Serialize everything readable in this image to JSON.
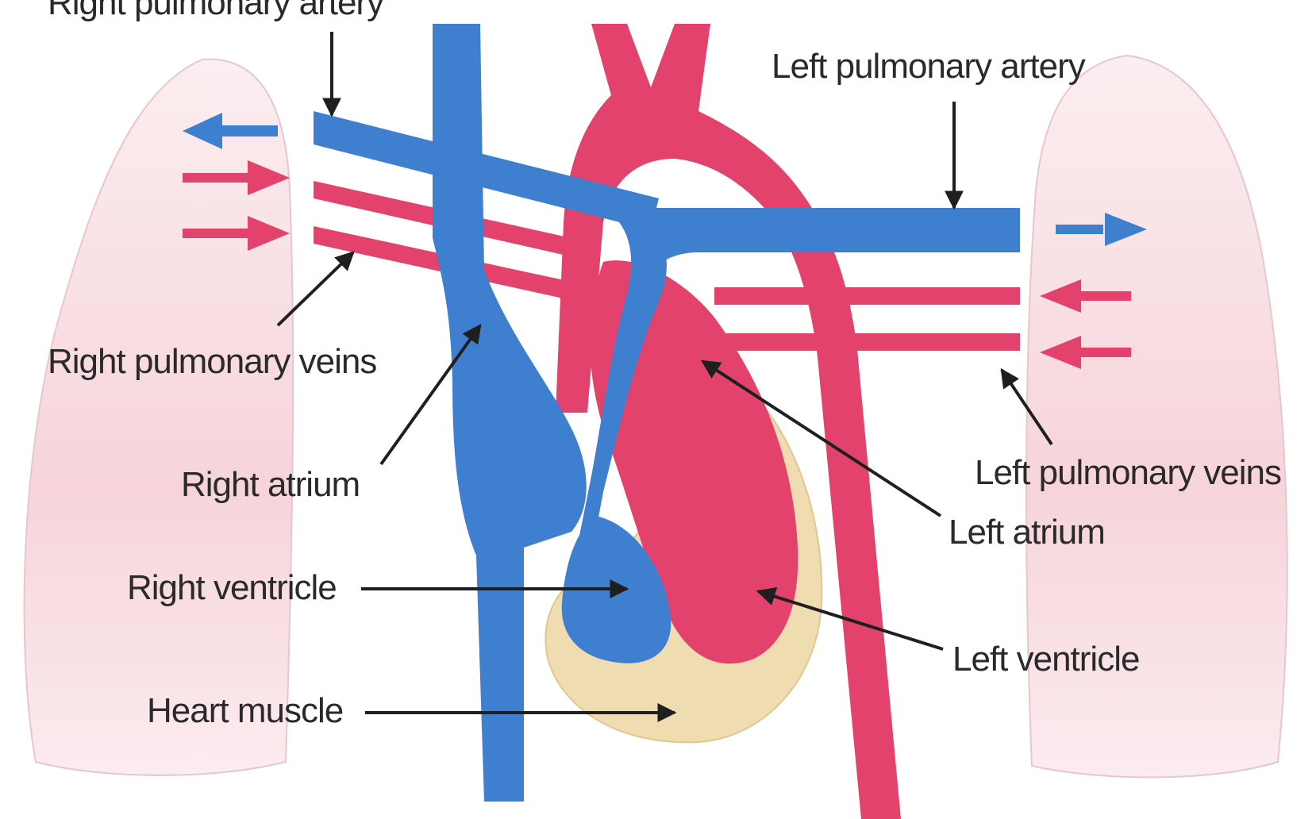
{
  "labels": {
    "right_pulmonary_artery": "Right pulmonary artery",
    "left_pulmonary_artery": "Left pulmonary artery",
    "right_pulmonary_veins": "Right pulmonary veins",
    "left_pulmonary_veins": "Left pulmonary veins",
    "right_atrium": "Right atrium",
    "left_atrium": "Left atrium",
    "right_ventricle": "Right ventricle",
    "left_ventricle": "Left ventricle",
    "heart_muscle": "Heart muscle"
  },
  "colors": {
    "deoxygenated_blue": "#3f7fd0",
    "oxygenated_red": "#e2426b",
    "lung_pink": "#f8dde2",
    "heart_muscle_tan": "#efdcb0",
    "text": "#2a2a2a"
  }
}
